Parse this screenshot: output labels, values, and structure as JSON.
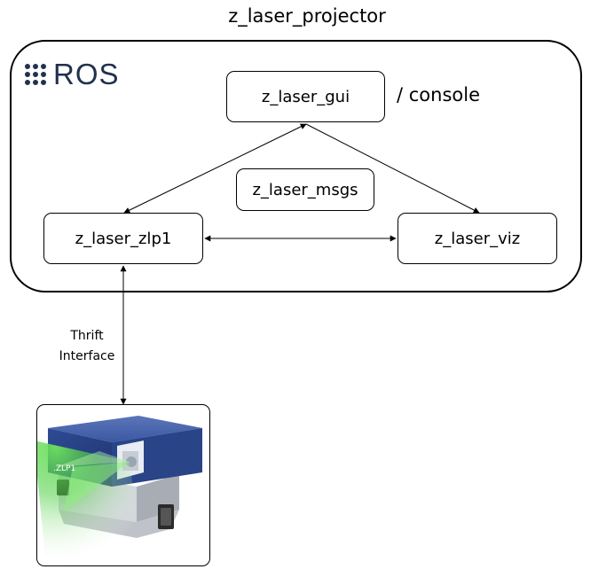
{
  "title": "z_laser_projector",
  "logo": {
    "text": "ROS",
    "color": "#22314e"
  },
  "nodes": {
    "gui": "z_laser_gui",
    "msgs": "z_laser_msgs",
    "zlp1": "z_laser_zlp1",
    "viz": "z_laser_viz"
  },
  "console_label": "/ console",
  "interface_label": {
    "line1": "Thrift",
    "line2": "Interface"
  },
  "device": {
    "label": ".ZLP1",
    "body_color": "#2d4a93",
    "laser_color": "#43d13b"
  }
}
